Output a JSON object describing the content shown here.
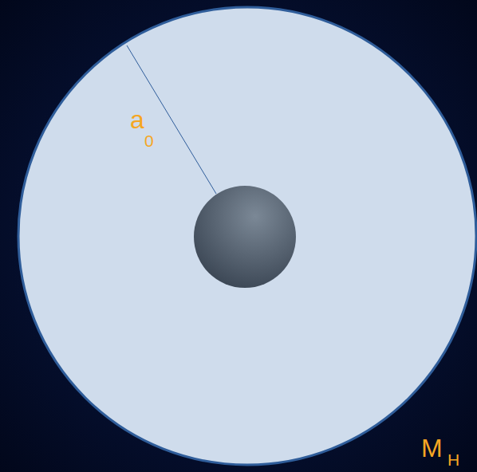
{
  "diagram": {
    "labels": [
      "a",
      "0",
      "M",
      "H"
    ]
  }
}
